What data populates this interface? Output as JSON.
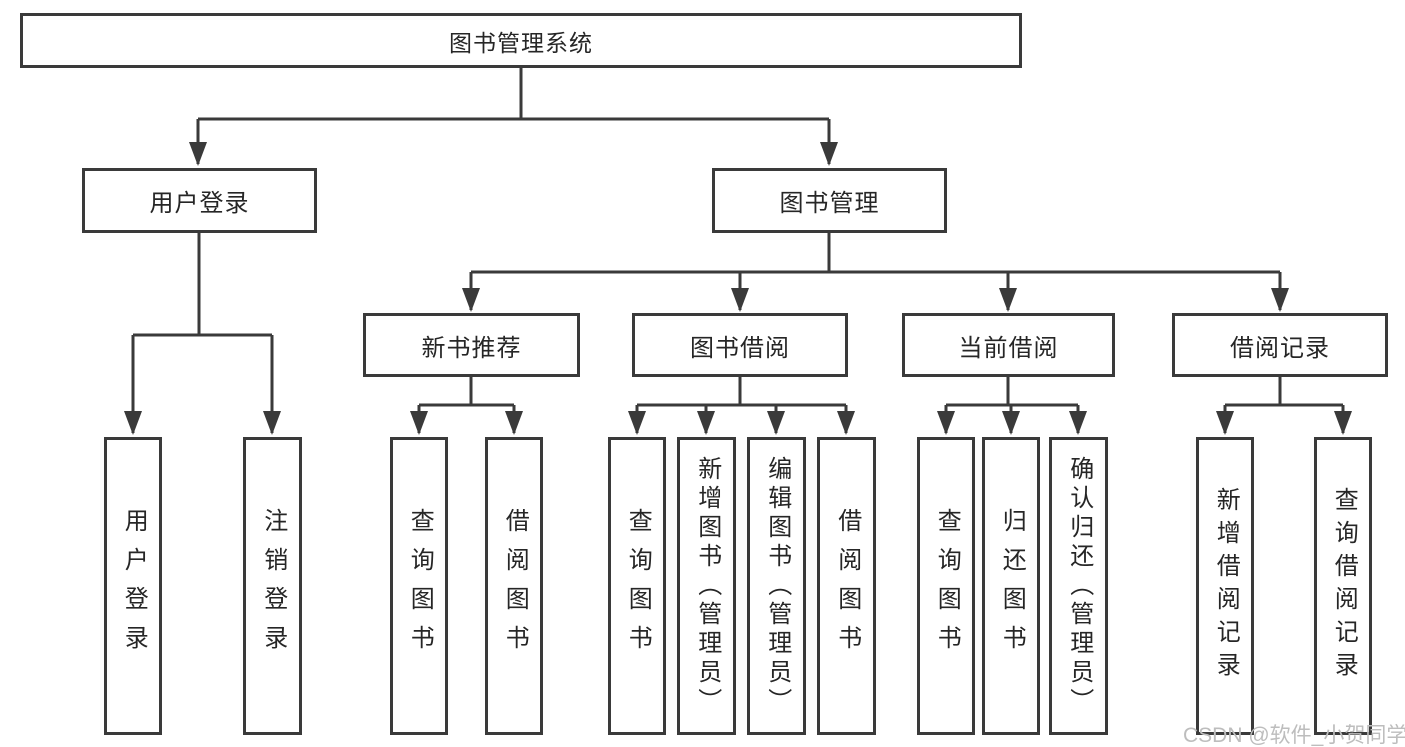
{
  "diagram": {
    "root": {
      "label": "图书管理系统"
    },
    "level2": {
      "user_login": {
        "label": "用户登录"
      },
      "book_management": {
        "label": "图书管理"
      }
    },
    "level3": {
      "new_book_recommendation": {
        "label": "新书推荐"
      },
      "book_borrowing": {
        "label": "图书借阅"
      },
      "current_borrowing": {
        "label": "当前借阅"
      },
      "borrowing_records": {
        "label": "借阅记录"
      }
    },
    "leaves": {
      "user_login": {
        "label": "用户登录"
      },
      "logout": {
        "label": "注销登录"
      },
      "nb_query_books": {
        "label": "查询图书"
      },
      "nb_borrow_books": {
        "label": "借阅图书"
      },
      "bb_query_books": {
        "label": "查询图书"
      },
      "bb_add_books_admin": {
        "label": "新增图书（管理员）"
      },
      "bb_edit_books_admin": {
        "label": "编辑图书（管理员）"
      },
      "bb_borrow_books": {
        "label": "借阅图书"
      },
      "cb_query_books": {
        "label": "查询图书"
      },
      "cb_return_books": {
        "label": "归还图书"
      },
      "cb_confirm_return_admin": {
        "label": "确认归还（管理员）"
      },
      "br_add_record": {
        "label": "新增借阅记录"
      },
      "br_query_record": {
        "label": "查询借阅记录"
      }
    }
  },
  "watermark": {
    "text": "CSDN @软件_小贺同学"
  },
  "colors": {
    "line": "#3a3a3a",
    "box_border": "#3a3a3a",
    "text": "#262626",
    "watermark_text": "#bdbdbd",
    "background": "#ffffff"
  }
}
